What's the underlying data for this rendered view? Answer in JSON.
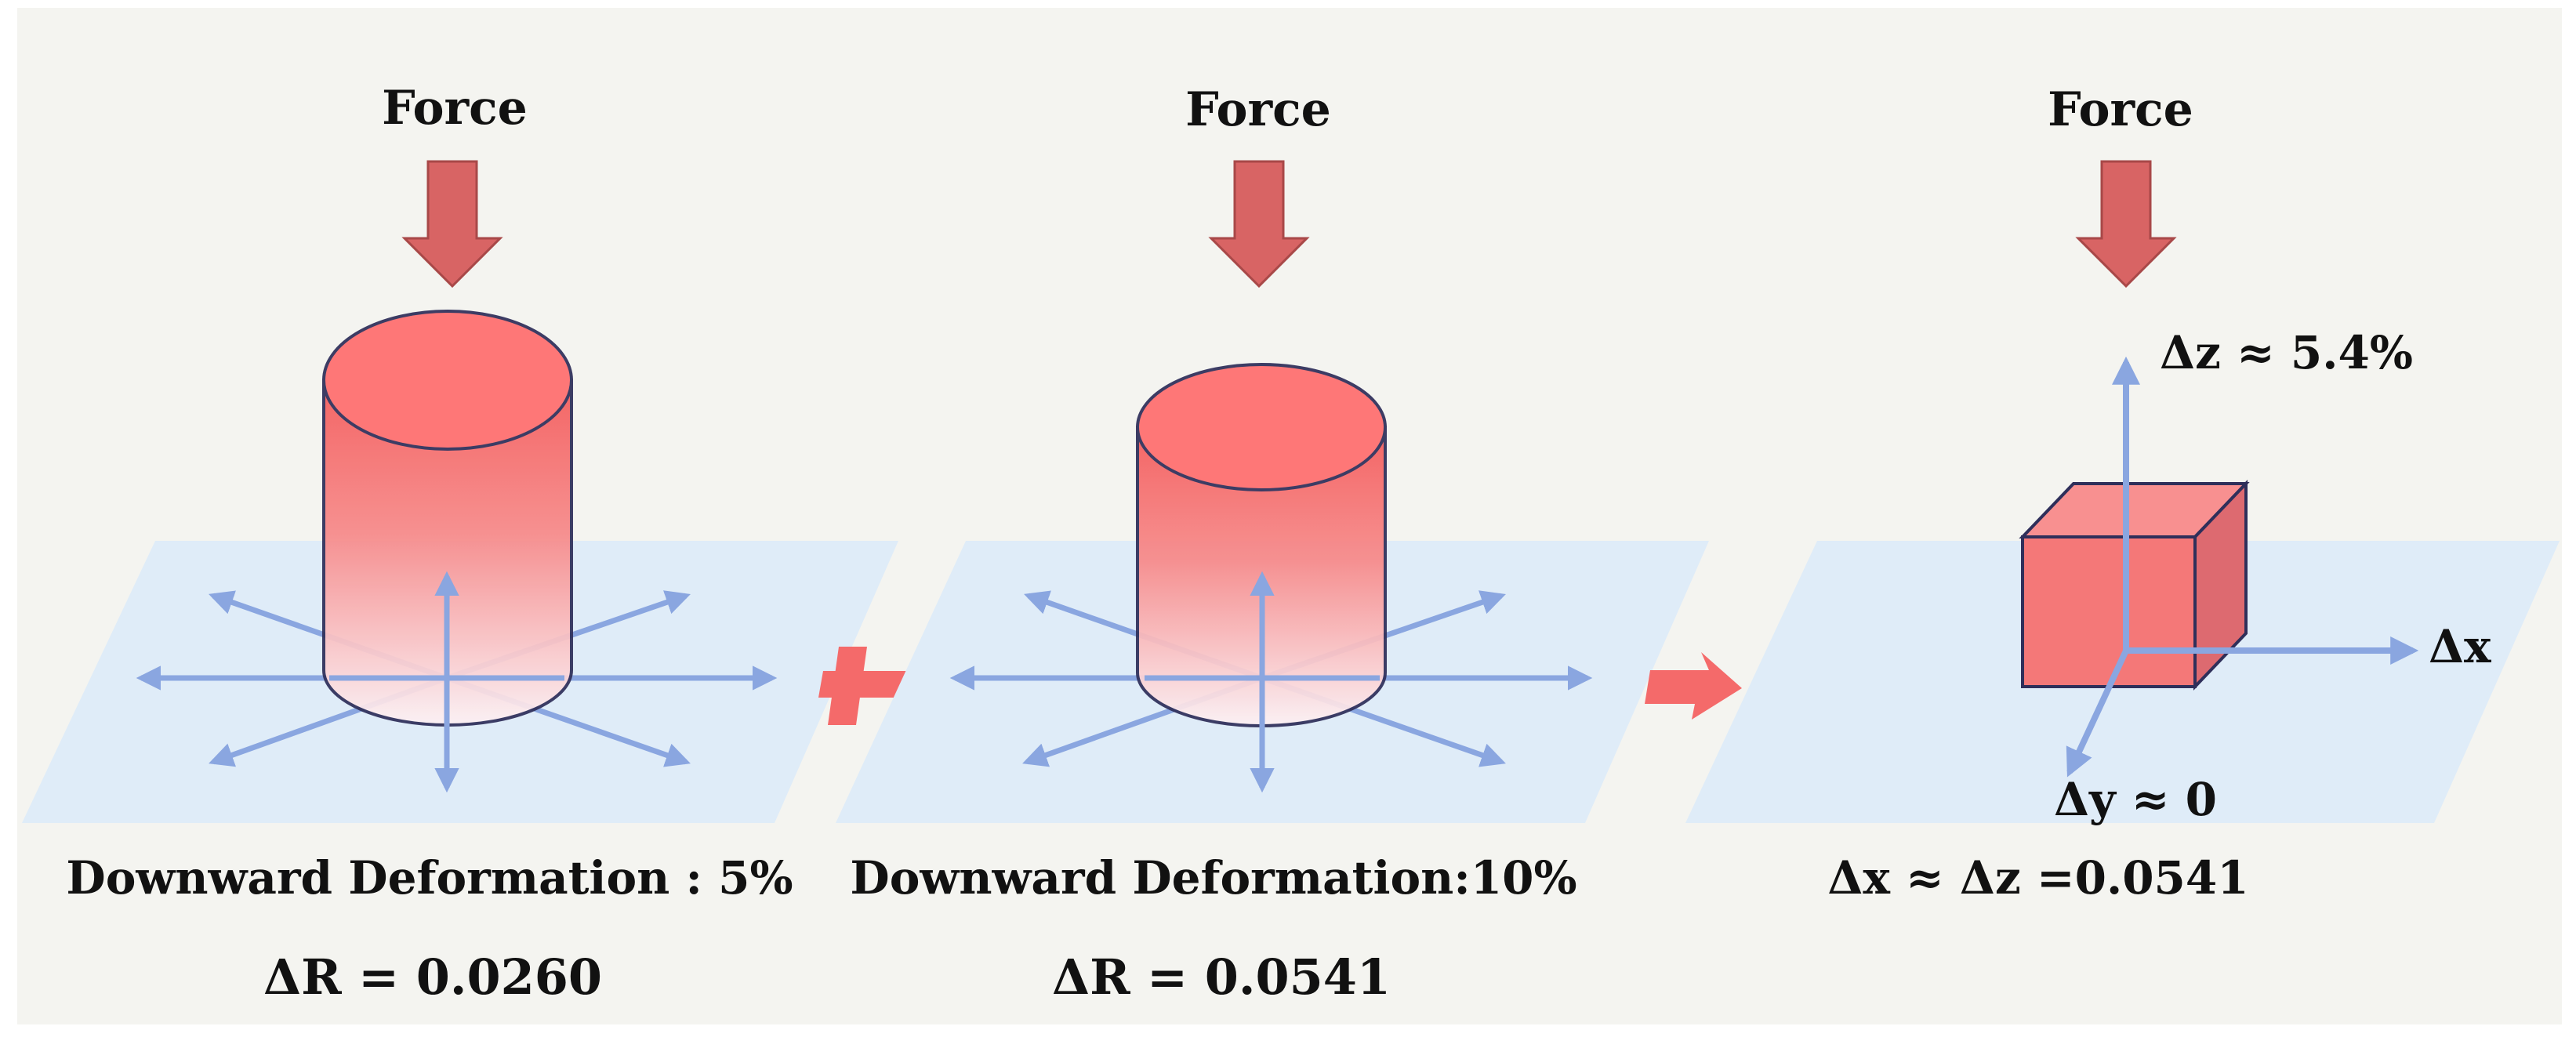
{
  "panels": [
    {
      "force_label": "Force",
      "caption": "Downward Deformation : 5%",
      "delta_r": "ΔR = 0.0260"
    },
    {
      "force_label": "Force",
      "caption": "Downward Deformation:10%",
      "delta_r": "ΔR = 0.0541"
    },
    {
      "force_label": "Force",
      "caption": "Δx ≈ Δz =0.0541",
      "axis_z": "Δz ≈ 5.4%",
      "axis_x": "Δx",
      "axis_y": "Δy ≈ 0"
    }
  ],
  "colors": {
    "background": "#f4f4f0",
    "plane": "#dfecf8",
    "arrow_blue": "#8aa6e0",
    "force_arrow": "#d86464",
    "cylinder_top": "#ff7070",
    "cube_front": "#f47878",
    "operator": "#f46a6a"
  },
  "operators": [
    "plus-icon",
    "right-arrow-icon"
  ]
}
